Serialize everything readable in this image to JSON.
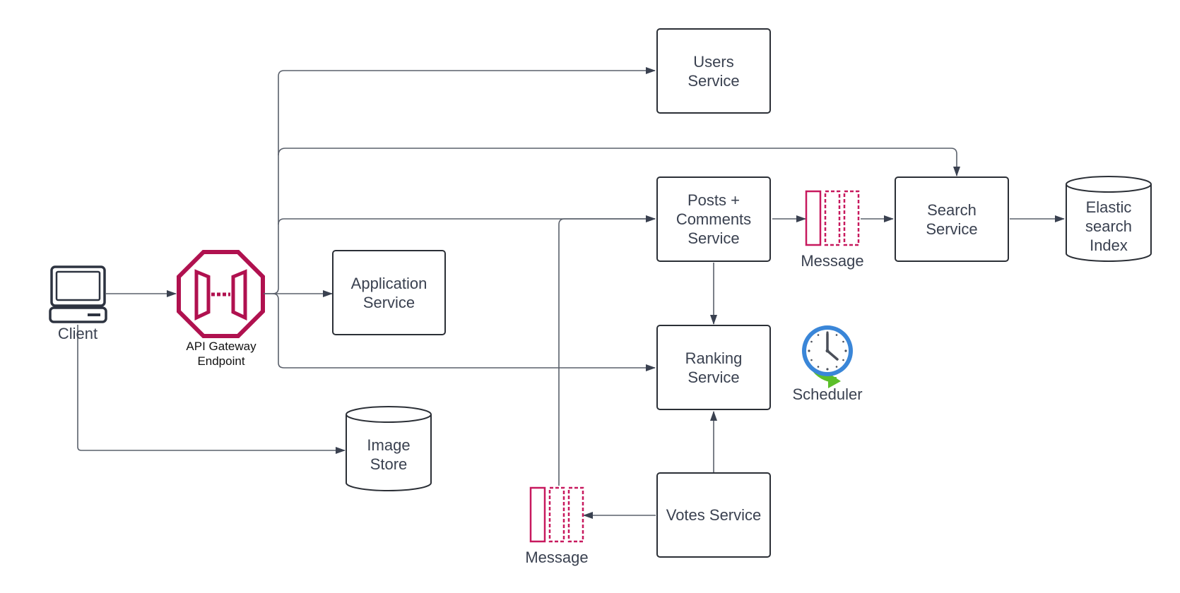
{
  "nodes": {
    "client": "Client",
    "gateway": "API Gateway\nEndpoint",
    "users": "Users\nService",
    "posts": "Posts +\nComments\nService",
    "application": "Application\nService",
    "search": "Search\nService",
    "elastic": "Elastic\nsearch\nIndex",
    "ranking": "Ranking\nService",
    "scheduler": "Scheduler",
    "image_store": "Image\nStore",
    "votes": "Votes Service",
    "message_top": "Message",
    "message_bottom": "Message"
  },
  "colors": {
    "line": "#5a606b",
    "box_border": "#2b2f36",
    "queue": "#c7195e",
    "gateway": "#b0114f",
    "clock": "#3a86d8",
    "arrow_green": "#5cbf2a"
  }
}
